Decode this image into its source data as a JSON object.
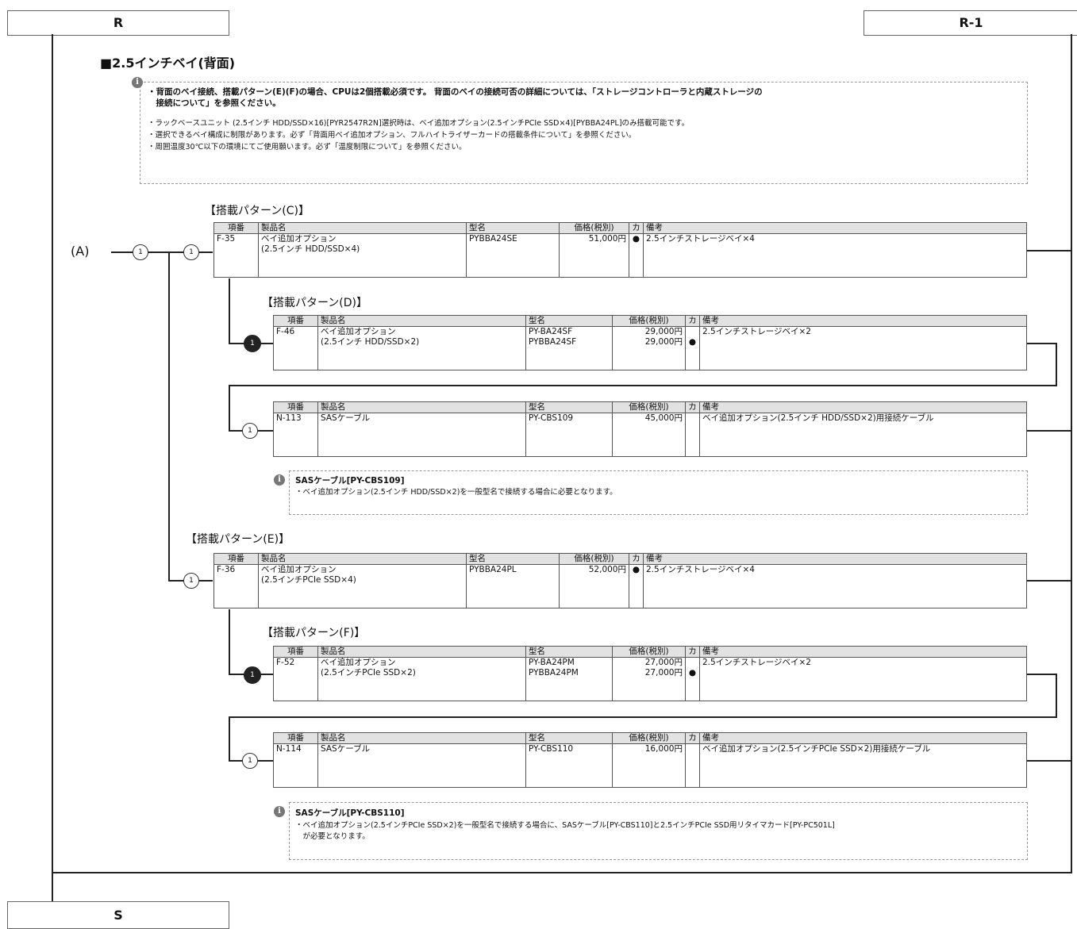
{
  "headers": {
    "left_top": "R",
    "right_top": "R-1",
    "left_bottom": "S"
  },
  "section_title": "■2.5インチベイ(背面)",
  "main_note": {
    "icon": "info-icon",
    "lines": [
      "・背面のベイ接続、搭載パターン(E)(F)の場合、CPUは2個搭載必須です。 背面のベイの接続可否の詳細については、「ストレージコントローラと内蔵ストレージの",
      "　接続について」を参照ください。",
      "・ラックベースユニット (2.5インチ HDD/SSD×16)[PYR2547R2N]選択時は、ベイ追加オプション(2.5インチPCIe SSD×4)[PYBBA24PL]のみ搭載可能です。",
      "・選択できるベイ構成に制限があります。必ず「背面用ベイ追加オプション、フルハイトライザーカードの搭載条件について」を参照ください。",
      "・周囲温度30℃以下の環境にてご使用願います。必ず「温度制限について」を参照ください。"
    ]
  },
  "a_label": "(A)",
  "circle_one": "1",
  "columns": {
    "no": "項番",
    "name": "製品名",
    "model": "型名",
    "price": "価格(税別)",
    "ka": "カ",
    "remarks": "備考"
  },
  "dot": "●",
  "pattern_c": {
    "title": "【搭載パターン(C)】",
    "no": "F-35",
    "name1": "ベイ追加オプション",
    "name2": "(2.5インチ HDD/SSD×4)",
    "model": "PYBBA24SE",
    "price": "51,000円",
    "ka": "●",
    "remarks": "2.5インチストレージベイ×4"
  },
  "pattern_d": {
    "title": "【搭載パターン(D)】",
    "no": "F-46",
    "name1": "ベイ追加オプション",
    "name2": "(2.5インチ HDD/SSD×2)",
    "model1": "PY-BA24SF",
    "model2": "PYBBA24SF",
    "price1": "29,000円",
    "price2": "29,000円",
    "ka2": "●",
    "remarks": "2.5インチストレージベイ×2"
  },
  "cable_109": {
    "no": "N-113",
    "name": "SASケーブル",
    "model": "PY-CBS109",
    "price": "45,000円",
    "remarks": "ベイ追加オプション(2.5インチ HDD/SSD×2)用接続ケーブル"
  },
  "note_109": {
    "title": "SASケーブル[PY-CBS109]",
    "line1": "・ベイ追加オプション(2.5インチ HDD/SSD×2)を一般型名で接続する場合に必要となります。"
  },
  "pattern_e": {
    "title": "【搭載パターン(E)】",
    "no": "F-36",
    "name1": "ベイ追加オプション",
    "name2": "(2.5インチPCIe SSD×4)",
    "model": "PYBBA24PL",
    "price": "52,000円",
    "ka": "●",
    "remarks": "2.5インチストレージベイ×4"
  },
  "pattern_f": {
    "title": "【搭載パターン(F)】",
    "no": "F-52",
    "name1": "ベイ追加オプション",
    "name2": "(2.5インチPCIe SSD×2)",
    "model1": "PY-BA24PM",
    "model2": "PYBBA24PM",
    "price1": "27,000円",
    "price2": "27,000円",
    "ka2": "●",
    "remarks": "2.5インチストレージベイ×2"
  },
  "cable_110": {
    "no": "N-114",
    "name": "SASケーブル",
    "model": "PY-CBS110",
    "price": "16,000円",
    "remarks": "ベイ追加オプション(2.5インチPCIe SSD×2)用接続ケーブル"
  },
  "note_110": {
    "title": "SASケーブル[PY-CBS110]",
    "line1": "・ベイ追加オプション(2.5インチPCIe SSD×2)を一般型名で接続する場合に、SASケーブル[PY-CBS110]と2.5インチPCIe SSD用リタイマカード[PY-PC501L]",
    "line2": "　が必要となります。"
  }
}
